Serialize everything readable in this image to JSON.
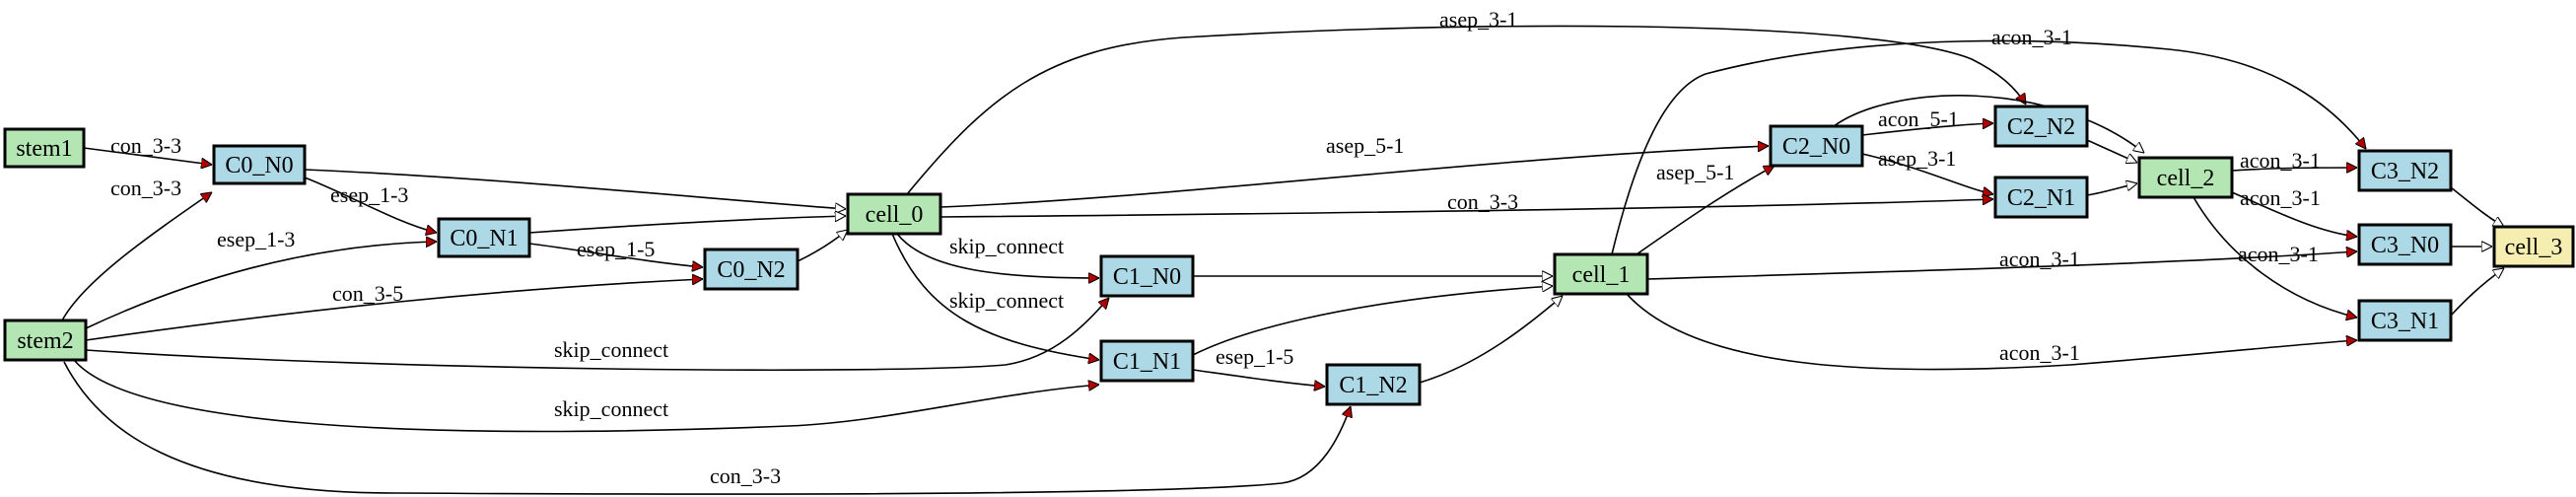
{
  "diagram": {
    "colors": {
      "cell": "#b3e6b3",
      "inner": "#add8e6",
      "output": "#f5eeb0",
      "arrow_red": "#b30000",
      "arrow_white": "#ffffff"
    },
    "nodes": [
      {
        "id": "stem1",
        "label": "stem1",
        "kind": "cell"
      },
      {
        "id": "stem2",
        "label": "stem2",
        "kind": "cell"
      },
      {
        "id": "C0_N0",
        "label": "C0_N0",
        "kind": "inner"
      },
      {
        "id": "C0_N1",
        "label": "C0_N1",
        "kind": "inner"
      },
      {
        "id": "C0_N2",
        "label": "C0_N2",
        "kind": "inner"
      },
      {
        "id": "cell_0",
        "label": "cell_0",
        "kind": "cell"
      },
      {
        "id": "C1_N0",
        "label": "C1_N0",
        "kind": "inner"
      },
      {
        "id": "C1_N1",
        "label": "C1_N1",
        "kind": "inner"
      },
      {
        "id": "C1_N2",
        "label": "C1_N2",
        "kind": "inner"
      },
      {
        "id": "cell_1",
        "label": "cell_1",
        "kind": "cell"
      },
      {
        "id": "C2_N0",
        "label": "C2_N0",
        "kind": "inner"
      },
      {
        "id": "C2_N1",
        "label": "C2_N1",
        "kind": "inner"
      },
      {
        "id": "C2_N2",
        "label": "C2_N2",
        "kind": "inner"
      },
      {
        "id": "cell_2",
        "label": "cell_2",
        "kind": "cell"
      },
      {
        "id": "C3_N0",
        "label": "C3_N0",
        "kind": "inner"
      },
      {
        "id": "C3_N1",
        "label": "C3_N1",
        "kind": "inner"
      },
      {
        "id": "C3_N2",
        "label": "C3_N2",
        "kind": "inner"
      },
      {
        "id": "cell_3",
        "label": "cell_3",
        "kind": "output"
      }
    ],
    "edges": [
      {
        "id": "e1",
        "from": "stem1",
        "to": "C0_N0",
        "label": "con_3-3",
        "arrow": "red"
      },
      {
        "id": "e2",
        "from": "stem2",
        "to": "C0_N0",
        "label": "con_3-3",
        "arrow": "red"
      },
      {
        "id": "e3",
        "from": "stem2",
        "to": "C0_N1",
        "label": "esep_1-3",
        "arrow": "red"
      },
      {
        "id": "e4",
        "from": "C0_N0",
        "to": "C0_N1",
        "label": "esep_1-3",
        "arrow": "red"
      },
      {
        "id": "e5",
        "from": "stem2",
        "to": "C0_N2",
        "label": "con_3-5",
        "arrow": "red"
      },
      {
        "id": "e6",
        "from": "C0_N1",
        "to": "C0_N2",
        "label": "esep_1-5",
        "arrow": "red"
      },
      {
        "id": "e7",
        "from": "C0_N0",
        "to": "cell_0",
        "label": "",
        "arrow": "white"
      },
      {
        "id": "e8",
        "from": "C0_N1",
        "to": "cell_0",
        "label": "",
        "arrow": "white"
      },
      {
        "id": "e9",
        "from": "C0_N2",
        "to": "cell_0",
        "label": "",
        "arrow": "white"
      },
      {
        "id": "e10",
        "from": "cell_0",
        "to": "C1_N0",
        "label": "skip_connect",
        "arrow": "red"
      },
      {
        "id": "e11",
        "from": "cell_0",
        "to": "C1_N1",
        "label": "skip_connect",
        "arrow": "red"
      },
      {
        "id": "e12",
        "from": "stem2",
        "to": "C1_N0",
        "label": "skip_connect",
        "arrow": "red"
      },
      {
        "id": "e13",
        "from": "stem2",
        "to": "C1_N1",
        "label": "skip_connect",
        "arrow": "red"
      },
      {
        "id": "e14",
        "from": "C1_N1",
        "to": "C1_N2",
        "label": "esep_1-5",
        "arrow": "red"
      },
      {
        "id": "e15",
        "from": "stem2",
        "to": "C1_N2",
        "label": "con_3-3",
        "arrow": "red"
      },
      {
        "id": "e16",
        "from": "C1_N0",
        "to": "cell_1",
        "label": "",
        "arrow": "white"
      },
      {
        "id": "e17",
        "from": "C1_N1",
        "to": "cell_1",
        "label": "",
        "arrow": "white"
      },
      {
        "id": "e18",
        "from": "C1_N2",
        "to": "cell_1",
        "label": "",
        "arrow": "white"
      },
      {
        "id": "e19",
        "from": "cell_0",
        "to": "C2_N0",
        "label": "asep_5-1",
        "arrow": "red"
      },
      {
        "id": "e20",
        "from": "cell_1",
        "to": "C2_N0",
        "label": "asep_5-1",
        "arrow": "red"
      },
      {
        "id": "e21",
        "from": "cell_0",
        "to": "C2_N2",
        "label": "asep_3-1",
        "arrow": "red"
      },
      {
        "id": "e22",
        "from": "C2_N0",
        "to": "C2_N2",
        "label": "acon_5-1",
        "arrow": "red"
      },
      {
        "id": "e23",
        "from": "C2_N0",
        "to": "C2_N1",
        "label": "asep_3-1",
        "arrow": "red"
      },
      {
        "id": "e24",
        "from": "cell_0",
        "to": "C2_N1",
        "label": "con_3-3",
        "arrow": "red"
      },
      {
        "id": "e25",
        "from": "C2_N0",
        "to": "cell_2",
        "label": "",
        "arrow": "white"
      },
      {
        "id": "e26",
        "from": "C2_N1",
        "to": "cell_2",
        "label": "",
        "arrow": "white"
      },
      {
        "id": "e27",
        "from": "C2_N2",
        "to": "cell_2",
        "label": "",
        "arrow": "white"
      },
      {
        "id": "e28",
        "from": "cell_1",
        "to": "C3_N2",
        "label": "acon_3-1",
        "arrow": "red"
      },
      {
        "id": "e29",
        "from": "cell_2",
        "to": "C3_N2",
        "label": "acon_3-1",
        "arrow": "red"
      },
      {
        "id": "e30",
        "from": "cell_2",
        "to": "C3_N0",
        "label": "acon_3-1",
        "arrow": "red"
      },
      {
        "id": "e31",
        "from": "cell_1",
        "to": "C3_N0",
        "label": "acon_3-1",
        "arrow": "red"
      },
      {
        "id": "e32",
        "from": "cell_2",
        "to": "C3_N1",
        "label": "acon_3-1",
        "arrow": "red"
      },
      {
        "id": "e33",
        "from": "cell_1",
        "to": "C3_N1",
        "label": "acon_3-1",
        "arrow": "red"
      },
      {
        "id": "e34",
        "from": "C3_N0",
        "to": "cell_3",
        "label": "",
        "arrow": "white"
      },
      {
        "id": "e35",
        "from": "C3_N1",
        "to": "cell_3",
        "label": "",
        "arrow": "white"
      },
      {
        "id": "e36",
        "from": "C3_N2",
        "to": "cell_3",
        "label": "",
        "arrow": "white"
      }
    ]
  }
}
